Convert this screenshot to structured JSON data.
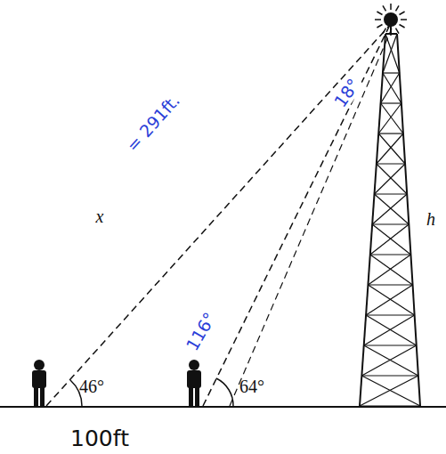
{
  "diagram": {
    "labels": [
      "46°",
      "64°",
      "x",
      "h",
      "= 291ft.",
      "18°",
      "116°",
      "100ft"
    ]
  }
}
